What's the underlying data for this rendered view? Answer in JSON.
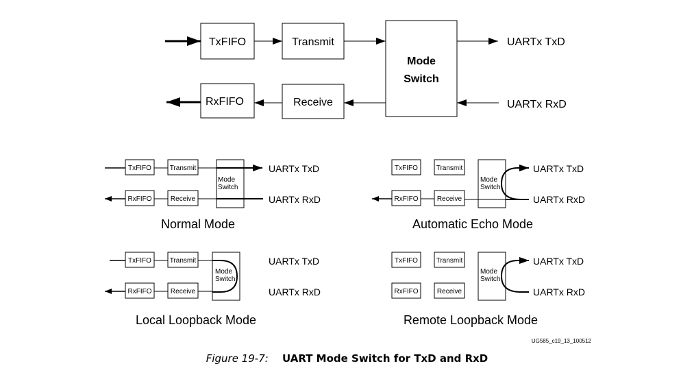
{
  "main": {
    "txfifo": "TxFIFO",
    "transmit": "Transmit",
    "rxfifo": "RxFIFO",
    "receive": "Receive",
    "mode_switch_line1": "Mode",
    "mode_switch_line2": "Switch",
    "txd": "UARTx TxD",
    "rxd": "UARTx RxD"
  },
  "small": {
    "txfifo": "TxFIFO",
    "transmit": "Transmit",
    "rxfifo": "RxFIFO",
    "receive": "Receive",
    "mode": "Mode",
    "switch": "Switch",
    "txd": "UARTx TxD",
    "rxd": "UARTx RxD"
  },
  "modes": {
    "normal": "Normal Mode",
    "echo": "Automatic Echo Mode",
    "local": "Local Loopback Mode",
    "remote": "Remote Loopback Mode"
  },
  "figure_id": "UG585_c19_13_100512",
  "caption": {
    "number": "Figure 19-7:",
    "title": "UART Mode Switch for TxD and RxD"
  }
}
